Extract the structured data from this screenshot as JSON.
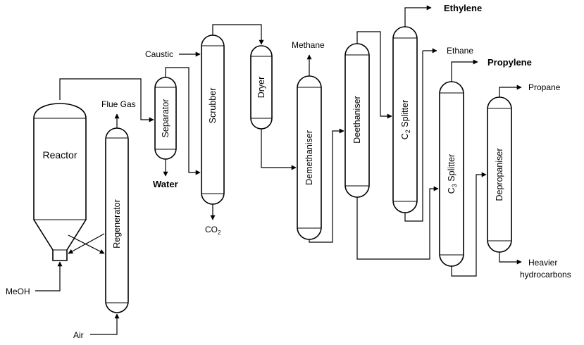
{
  "units": {
    "reactor": "Reactor",
    "regenerator": "Regenerator",
    "separator": "Separator",
    "scrubber": "Scrubber",
    "dryer": "Dryer",
    "demethaniser": "Demethaniser",
    "deethaniser": "Deethaniser",
    "c2_splitter": {
      "prefix": "C",
      "sub": "2",
      "suffix": " Splitter"
    },
    "c3_splitter": {
      "prefix": "C",
      "sub": "3",
      "suffix": " Splitter"
    },
    "depropaniser": "Depropaniser"
  },
  "streams": {
    "meoh": "MeOH",
    "air": "Air",
    "flue_gas": "Flue Gas",
    "caustic": "Caustic",
    "water": "Water",
    "co2": {
      "prefix": "CO",
      "sub": "2"
    },
    "methane": "Methane",
    "ethylene": "Ethylene",
    "ethane": "Ethane",
    "propylene": "Propylene",
    "propane": "Propane",
    "heavier_line1": "Heavier",
    "heavier_line2": "hydrocarbons"
  }
}
